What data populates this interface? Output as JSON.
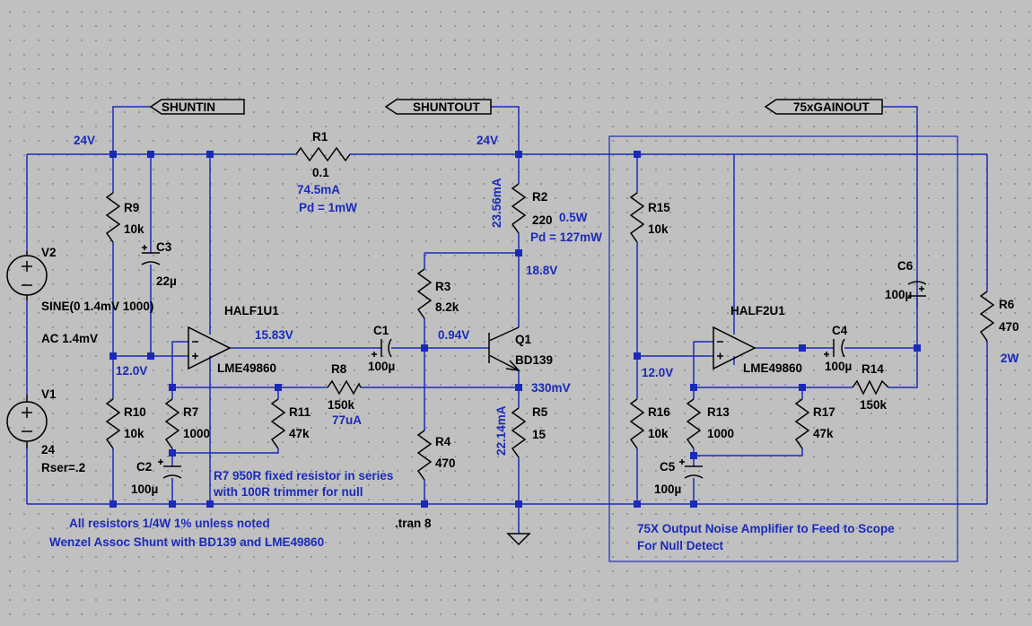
{
  "net_labels": {
    "shuntin": "SHUNTIN",
    "shuntout": "SHUNTOUT",
    "gainout": "75xGAINOUT"
  },
  "sources": {
    "v2": {
      "name": "V2",
      "value": "SINE(0 1.4mV 1000)",
      "ac": "AC 1.4mV"
    },
    "v1": {
      "name": "V1",
      "value": "24",
      "rser": "Rser=.2"
    }
  },
  "resistors": [
    {
      "id": "r1",
      "name": "R1",
      "value": "0.1"
    },
    {
      "id": "r2",
      "name": "R2",
      "value": "220",
      "rating": "0.5W"
    },
    {
      "id": "r3",
      "name": "R3",
      "value": "8.2k"
    },
    {
      "id": "r4",
      "name": "R4",
      "value": "470"
    },
    {
      "id": "r5",
      "name": "R5",
      "value": "15"
    },
    {
      "id": "r6",
      "name": "R6",
      "value": "470",
      "rating": "2W"
    },
    {
      "id": "r7",
      "name": "R7",
      "value": "1000"
    },
    {
      "id": "r8",
      "name": "R8",
      "value": "150k"
    },
    {
      "id": "r9",
      "name": "R9",
      "value": "10k"
    },
    {
      "id": "r10",
      "name": "R10",
      "value": "10k"
    },
    {
      "id": "r11",
      "name": "R11",
      "value": "47k"
    },
    {
      "id": "r13",
      "name": "R13",
      "value": "1000"
    },
    {
      "id": "r14",
      "name": "R14",
      "value": "150k"
    },
    {
      "id": "r15",
      "name": "R15",
      "value": "10k"
    },
    {
      "id": "r16",
      "name": "R16",
      "value": "10k"
    },
    {
      "id": "r17",
      "name": "R17",
      "value": "47k"
    }
  ],
  "capacitors": [
    {
      "id": "c1",
      "name": "C1",
      "value": "100µ"
    },
    {
      "id": "c2",
      "name": "C2",
      "value": "100µ"
    },
    {
      "id": "c3",
      "name": "C3",
      "value": "22µ"
    },
    {
      "id": "c4",
      "name": "C4",
      "value": "100µ"
    },
    {
      "id": "c5",
      "name": "C5",
      "value": "100µ"
    },
    {
      "id": "c6",
      "name": "C6",
      "value": "100µ"
    }
  ],
  "opamps": [
    {
      "id": "u1",
      "name": "HALF1U1",
      "part": "LME49860"
    },
    {
      "id": "u2",
      "name": "HALF2U1",
      "part": "LME49860"
    }
  ],
  "transistor": {
    "name": "Q1",
    "part": "BD139"
  },
  "annotations": {
    "v_24_left": "24V",
    "v_24_mid": "24V",
    "r1_current": "74.5mA",
    "r1_pd": "Pd = 1mW",
    "r2_current": "23.56mA",
    "r2_pd": "Pd = 127mW",
    "v_collector": "18.8V",
    "v_opamp_out": "15.83V",
    "v_base": "0.94V",
    "v_bias_left": "12.0V",
    "v_bias_right": "12.0V",
    "v_emitter": "330mV",
    "r8_current": "77uA",
    "r5_current": "22.14mA"
  },
  "notes": {
    "r7_line1": "R7 950R fixed resistor in series",
    "r7_line2": "with 100R trimmer for null",
    "tran": ".tran 8",
    "resistors_note": "All resistors 1/4W 1% unless noted",
    "title": "Wenzel Assoc Shunt with BD139 and LME49860",
    "amp_line1": "75X Output Noise Amplifier to Feed to Scope",
    "amp_line2": "For Null Detect"
  }
}
